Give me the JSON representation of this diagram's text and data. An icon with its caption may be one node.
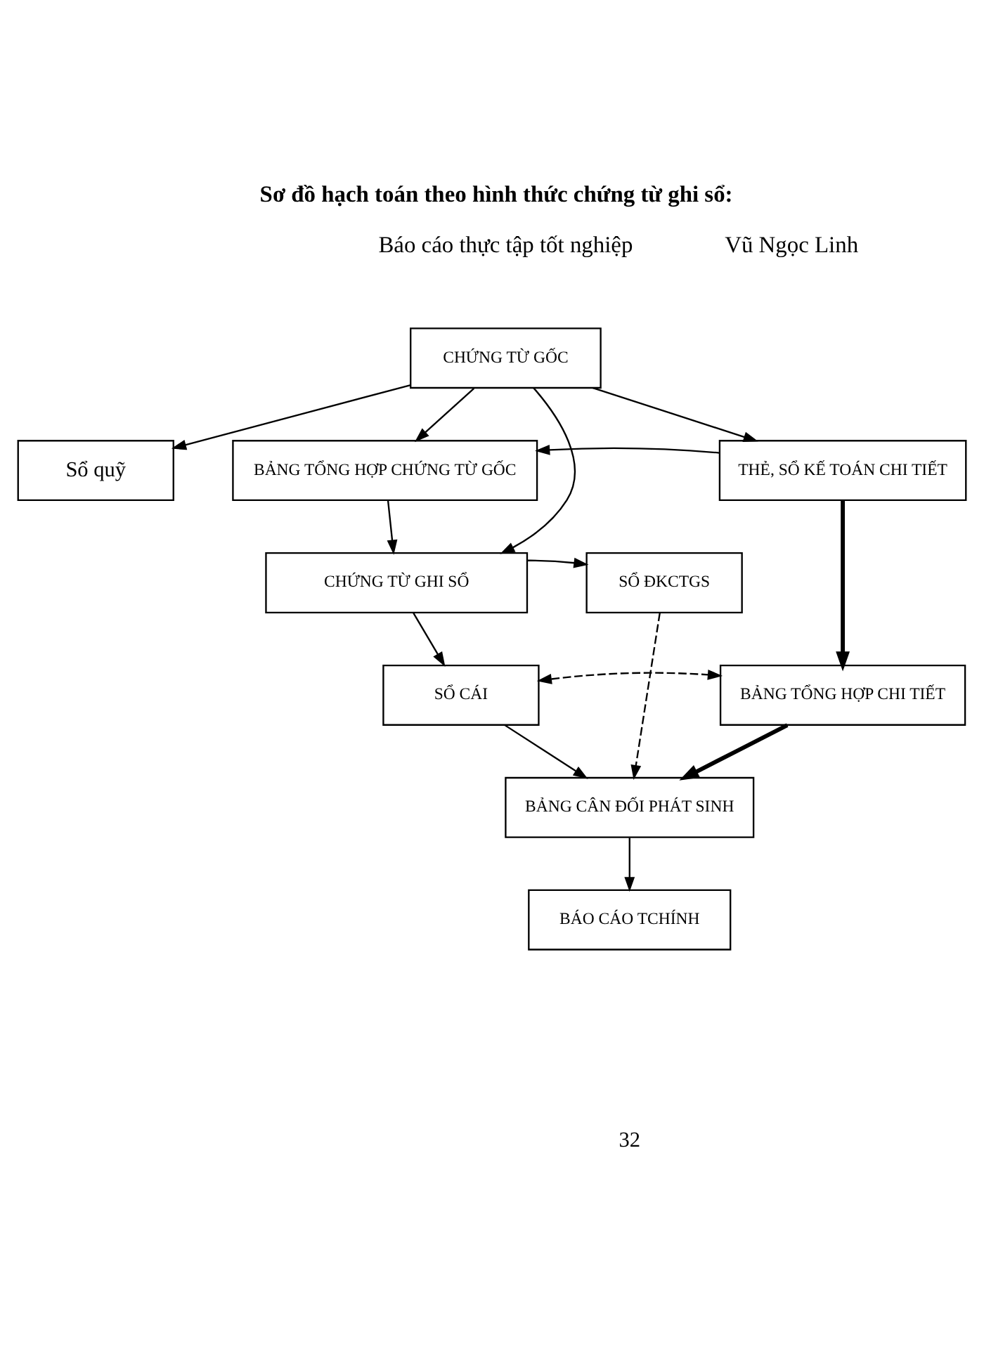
{
  "diagram": {
    "title": "Sơ đồ hạch toán theo hình thức chứng từ ghi sổ:",
    "nodes": [
      {
        "text": [
          "CHỨNG TỪ GỐC"
        ]
      },
      {
        "text": [
          "Sổ quỹ"
        ]
      },
      {
        "text": [
          "BẢNG TỔNG HỢP CHỨNG TỪ GỐC"
        ]
      },
      {
        "text": [
          "THẺ, SỔ KẾ TOÁN CHI TIẾT"
        ]
      },
      {
        "text": [
          "SỔ ĐKCTGS"
        ]
      },
      {
        "text": [
          "CHỨNG TỪ GHI SỔ"
        ]
      },
      {
        "text": [
          "SỔ CÁI"
        ]
      },
      {
        "text": [
          "BẢNG TỔNG HỢP CHI TIẾT"
        ]
      },
      {
        "text": [
          "BẢNG CÂN ĐỐI PHÁT SINH"
        ]
      },
      {
        "text": [
          "BÁO CÁO TCHÍNH"
        ]
      }
    ],
    "edges": [
      {
        "from": 0,
        "to": 1,
        "arrow": "to"
      },
      {
        "from": 0,
        "to": 2,
        "arrow": "to"
      },
      {
        "from": 0,
        "to": 3,
        "arrow": "to"
      },
      {
        "from": 0,
        "to": 5,
        "arrow": "to"
      },
      {
        "from": 3,
        "to": 2,
        "arrow": "to"
      },
      {
        "from": 2,
        "to": 5,
        "arrow": "to"
      },
      {
        "from": 5,
        "to": 4,
        "arrow": "to"
      },
      {
        "from": 5,
        "to": 6,
        "arrow": "to"
      },
      {
        "from": 3,
        "to": 7,
        "arrow": "to",
        "style": "thick"
      },
      {
        "from": 6,
        "to": 7,
        "arrow": "both",
        "style": "dashed"
      },
      {
        "from": 6,
        "to": 8,
        "arrow": "to"
      },
      {
        "from": 4,
        "to": 8,
        "arrow": "to",
        "style": "dashed"
      },
      {
        "from": 7,
        "to": 8,
        "arrow": "to",
        "style": "thick"
      },
      {
        "from": 8,
        "to": 9,
        "arrow": "to"
      }
    ],
    "labels": [
      "Báo cáo thực tập tốt nghiệp",
      "Vũ Ngọc Linh",
      "32"
    ]
  }
}
